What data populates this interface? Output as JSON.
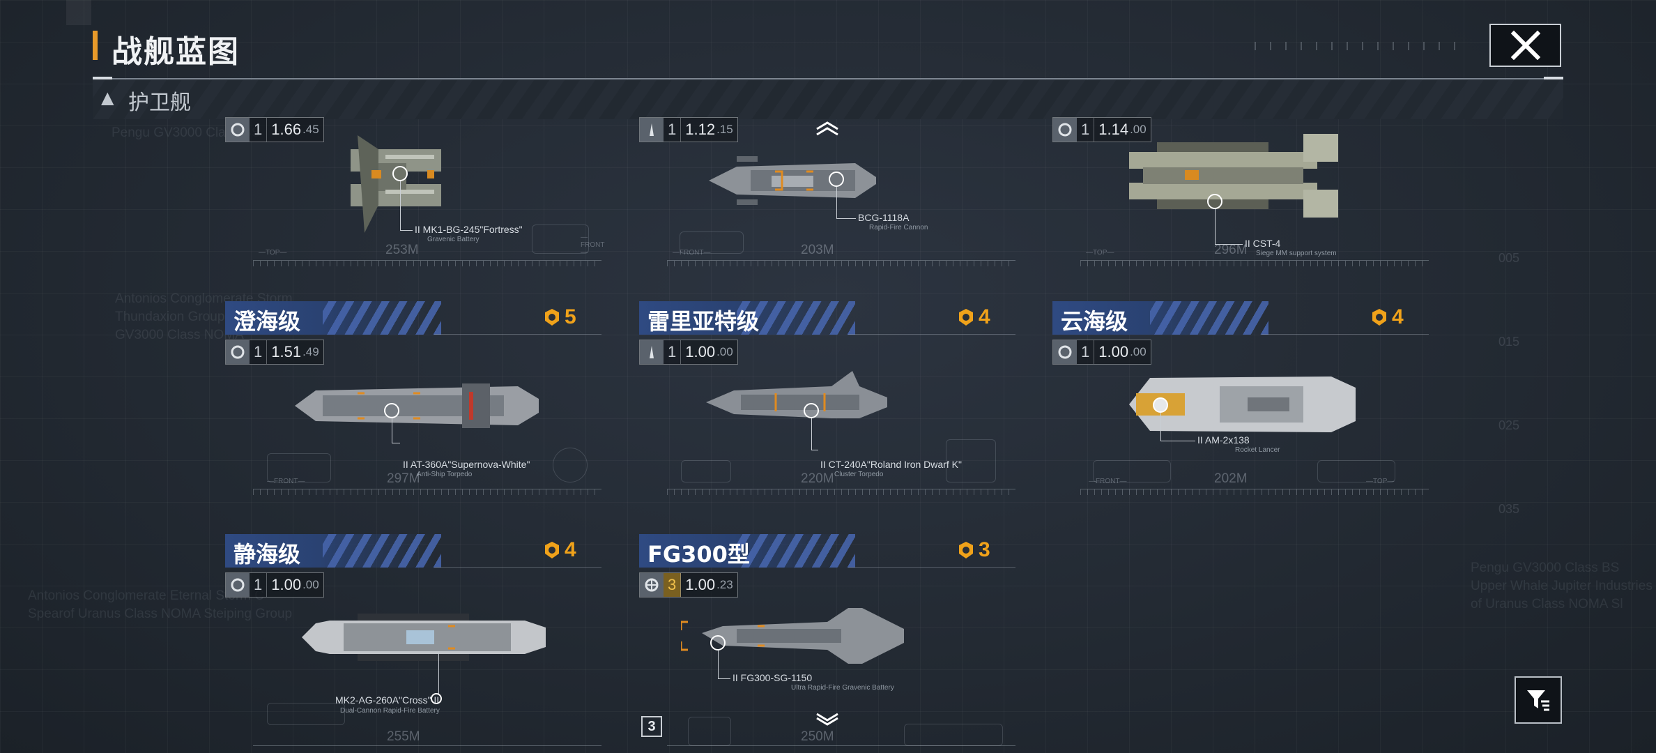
{
  "header": {
    "title": "战舰蓝图"
  },
  "section": {
    "label": "护卫舰"
  },
  "background_text": {
    "top_left": "Pengu GV3000 Class BS",
    "mid_left": "Antonios Conglomerate Storm\nThundaxion Group\nGV3000 Class NOMA",
    "low_left": "Antonios Conglomerate Eternal Storm C\nSpearof Uranus Class NOMA Steiping Group",
    "low_right": "Pengu GV3000 Class BS\nUpper Whale Jupiter Industries\nof Uranus Class NOMA Sl",
    "scale_marks": [
      "005",
      "015",
      "025",
      "035"
    ]
  },
  "cards_top": [
    {
      "stats_count": "1",
      "stats_value": "1.66",
      "stats_small": ".45",
      "weapon": "II MK1-BG-245\"Fortress\"",
      "weapon_sub": "Gravenic Battery",
      "length": "253M"
    },
    {
      "stats_count": "1",
      "stats_value": "1.12",
      "stats_small": ".15",
      "weapon": "BCG-1118A",
      "weapon_sub": "Rapid-Fire Cannon",
      "length": "203M"
    },
    {
      "stats_count": "1",
      "stats_value": "1.14",
      "stats_small": ".00",
      "weapon": "II CST-4",
      "weapon_sub": "Siege MM support system",
      "length": "296M"
    }
  ],
  "cards": [
    {
      "name": "澄海级",
      "rarity": "5",
      "stats_count": "1",
      "stats_value": "1.51",
      "stats_small": ".49",
      "weapon": "II AT-360A\"Supernova-White\"",
      "weapon_sub": "Anti-Ship Torpedo",
      "length": "297M"
    },
    {
      "name": "雷里亚特级",
      "rarity": "4",
      "stats_count": "1",
      "stats_value": "1.00",
      "stats_small": ".00",
      "weapon": "II CT-240A\"Roland Iron Dwarf K\"",
      "weapon_sub": "Cluster Torpedo",
      "length": "220M"
    },
    {
      "name": "云海级",
      "rarity": "4",
      "stats_count": "1",
      "stats_value": "1.00",
      "stats_small": ".00",
      "weapon": "II AM-2x138",
      "weapon_sub": "Rocket Lancer",
      "length": "202M"
    },
    {
      "name": "静海级",
      "rarity": "4",
      "stats_count": "1",
      "stats_value": "1.00",
      "stats_small": ".00",
      "weapon": "MK2-AG-260A\"Cross\" II",
      "weapon_sub": "Dual-Cannon Rapid-Fire Battery",
      "length": "255M"
    },
    {
      "name": "FG300型",
      "rarity": "3",
      "stats_count": "3",
      "stats_value": "1.00",
      "stats_small": ".23",
      "weapon": "II FG300-SG-1150",
      "weapon_sub": "Ultra Rapid-Fire Gravenic Battery",
      "length": "250M"
    }
  ],
  "pager": {
    "count": "3"
  },
  "icons": {
    "close": "close-icon",
    "filter": "filter-icon",
    "rarity": "gold-emblem-icon",
    "scroll_up": "chevron-up-icon",
    "scroll_down": "chevron-down-icon"
  },
  "colors": {
    "accent": "#e89a2a",
    "rarity": "#f0a21a",
    "name_bar": "#2f4a82",
    "background": "#232a33"
  }
}
